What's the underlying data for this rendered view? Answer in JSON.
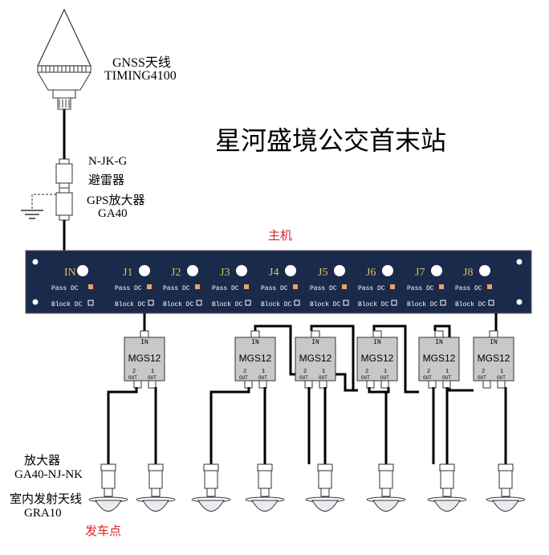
{
  "title": "星河盛境公交首末站",
  "antenna": {
    "name": "GNSS天线",
    "model": "TIMING4100"
  },
  "surge": {
    "model": "N-JK-G",
    "name": "避雷器"
  },
  "amplifier": {
    "name": "GPS放大器",
    "model": "GA40"
  },
  "host": {
    "label": "主机",
    "in_label": "IN",
    "ports": [
      "J1",
      "J2",
      "J3",
      "J4",
      "J5",
      "J6",
      "J7",
      "J8"
    ],
    "pass_dc": "Pass DC",
    "block_dc": "Block DC"
  },
  "splitter": {
    "model": "MGS12",
    "in": "IN",
    "out2": "2",
    "out1": "1",
    "out": "OUT"
  },
  "legend": {
    "amp_name": "放大器",
    "amp_model": "GA40-NJ-NK",
    "indoor_name": "室内发射天线",
    "indoor_model": "GRA10",
    "point_label": "发车点"
  },
  "colors": {
    "panel": "#1a2a4a",
    "accent_orange": "#f0a060",
    "title_red": "#e02020",
    "port_text": "#d9c25a"
  }
}
